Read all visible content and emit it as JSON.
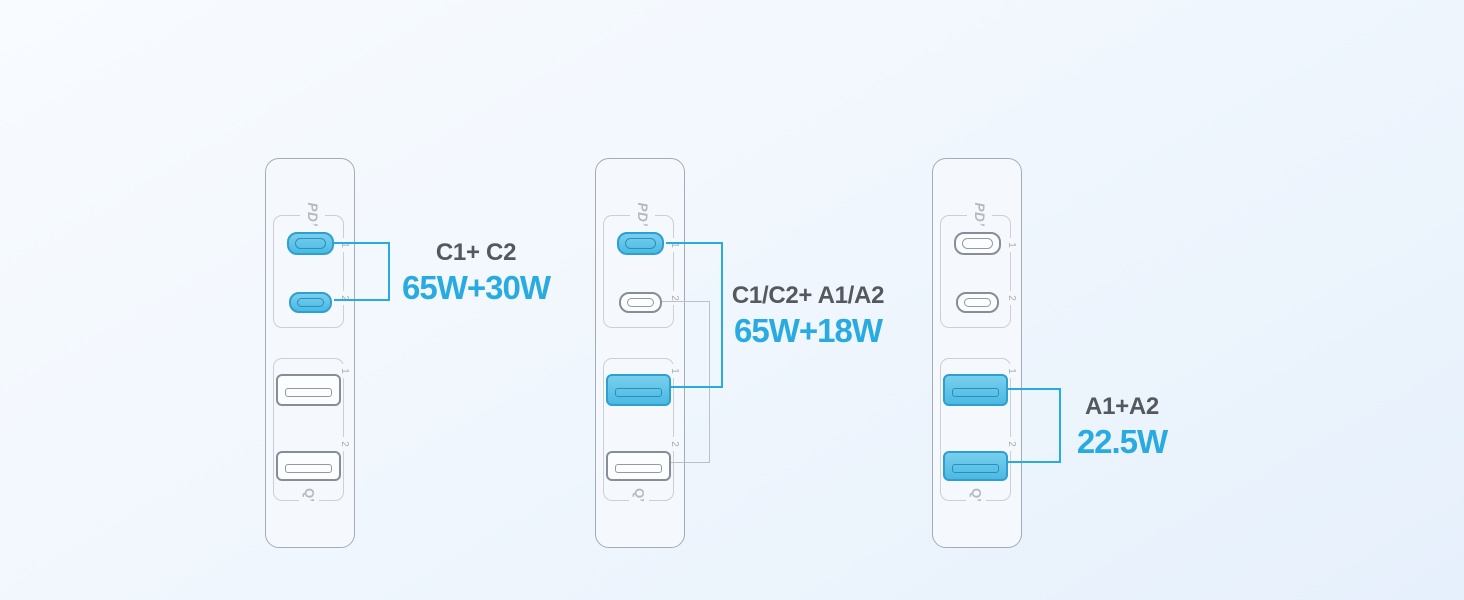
{
  "colors": {
    "accent_blue": "#29abe2",
    "active_port_fill": "#5cc3e8",
    "active_port_border": "#2e9fd1",
    "inactive_port_border": "#878e97",
    "label_grey": "#55585d",
    "outline_grey": "#ccd0d6"
  },
  "chargers": [
    {
      "pd_logo": "PD’",
      "qc_logo": "Q’",
      "ports": [
        {
          "label": "1",
          "type": "usb-c",
          "active": true
        },
        {
          "label": "2",
          "type": "usb-c",
          "active": true
        },
        {
          "label": "1",
          "type": "usb-a",
          "active": false
        },
        {
          "label": "2",
          "type": "usb-a",
          "active": false
        }
      ],
      "callout": {
        "combo": "C1+ C2",
        "watts": "65W+30W"
      }
    },
    {
      "pd_logo": "PD’",
      "qc_logo": "Q’",
      "ports": [
        {
          "label": "1",
          "type": "usb-c",
          "active": true
        },
        {
          "label": "2",
          "type": "usb-c",
          "active": false
        },
        {
          "label": "1",
          "type": "usb-a",
          "active": true
        },
        {
          "label": "2",
          "type": "usb-a",
          "active": false
        }
      ],
      "callout": {
        "combo": "C1/C2+ A1/A2",
        "watts": "65W+18W"
      }
    },
    {
      "pd_logo": "PD’",
      "qc_logo": "Q’",
      "ports": [
        {
          "label": "1",
          "type": "usb-c",
          "active": false
        },
        {
          "label": "2",
          "type": "usb-c",
          "active": false
        },
        {
          "label": "1",
          "type": "usb-a",
          "active": true
        },
        {
          "label": "2",
          "type": "usb-a",
          "active": true
        }
      ],
      "callout": {
        "combo": "A1+A2",
        "watts": "22.5W"
      }
    }
  ]
}
